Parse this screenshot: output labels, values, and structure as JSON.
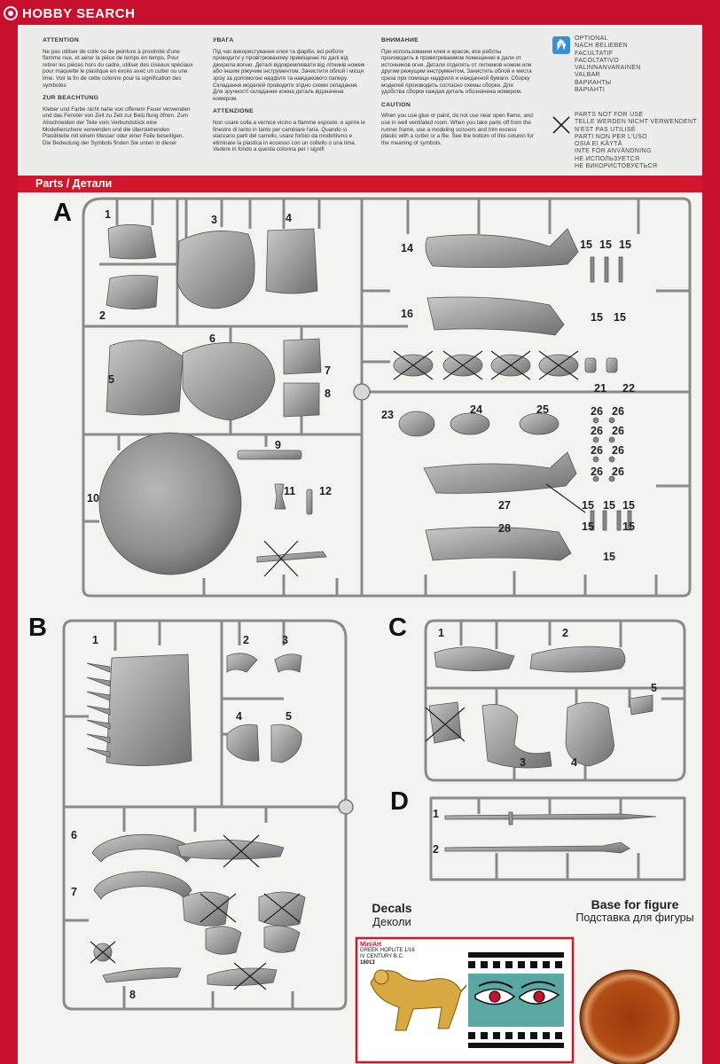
{
  "watermark": "HOBBY SEARCH",
  "instructions": {
    "fr": {
      "heading1": "ATTENTION",
      "text1": "Ne pas utiliser de colle ou de peinture à proximité d'une flamme nue, et aérer la pièce de temps en temps. Pour retirer les pièces hors du cadre, utiliser des ciseaux spéciaux pour maquette le plastique en excès avec un cutter ou une lime. Voir la fin de cette colonne pour la signification des symboles",
      "heading2": "ZUR BEACHTUNG",
      "text2": "Kleber und Farbe nicht nahe von offenem Feuer verwenden und das Fenster von Zeit zu Zeit zur Belü flung öfnen. Zum Abschneiden der Teile vom Verbundstück eine Modellierschere verwenden und die überstehenden Plastikteile mit einem Messer oder einer Feile beseitigen. Die Bedeutung der Symbols finden Sie unten in dieser"
    },
    "ua": {
      "heading1": "УВАГА",
      "text1": "Під час використування клея та фарби, всі роботи проводити у провітрюваному приміщенні по далі від джерела вогню. Деталі відокремлювати від літників ножем або іншим ріжучим інструментом. Зачистити облой і місця зрізу за допомогою надфіля та наждакового паперу. Складання моделей проводити згідно схеми складання. Для зручності складання кожна деталь відзначена номером.",
      "heading2": "ATTENZIONE",
      "text2": "Non usare colla a vernice vicino a flamme esposte. e aprire le finestre di tanto in tanto per cambiare l'aria. Quando si staccano parti del carrello, usare forbici da modellismo e eliminare la plastica in eccesso con un coltello o una lima. Vedere in fondo a questa colonna per i signifi"
    },
    "ru": {
      "heading1": "ВНИМАНИЕ",
      "text1": "При использовании клея и красок, все работы производить в проветриваемом помещении в дали от источников огня. Детали отделять от литников ножом или другим режущим инструментом. Зачистить облой и места среза при помощи надфиля и наждачной бумаги. Сборку моделей производить согласно схемы сборки. Для удобства сборки каждая деталь обозначена номером.",
      "heading2": "CAUTION",
      "text2": "When you use glue or paint, do not use near open flame, and use in well ventilated room. When you take parts off from the runner frame, use a modeling scissors and trim excess plastic with a cutter or a file. See the bottom of this column for the meaning of symbols."
    }
  },
  "symbols": {
    "optional": [
      "OPTIONAL",
      "NACH BELIEBEN",
      "FACULTATIF",
      "FACOLTATIVO",
      "VALINNANVARAINEN",
      "VALBAR",
      "ВАРИАНТЫ",
      "ВАРІАНТІ"
    ],
    "not_for_use": [
      "PARTS NOT FOR USE",
      "TELLE WERDEN NICHT VERWENDENT",
      "N'EST PAS UTILISÉ",
      "PARTI NON PER L'USO",
      "OSIA EI KÄYTÄ",
      "INTE FÖR ANVÄNDNING",
      "НЕ ИСПОЛЬЗУЕТСЯ",
      "НЕ ВИКОРИСТОВУЄТЬСЯ"
    ]
  },
  "parts_header": "Parts / Детали",
  "sections": {
    "a": "A",
    "b": "B",
    "c": "C",
    "d": "D"
  },
  "decals": {
    "title_en": "Decals",
    "title_ru": "Деколи",
    "sheet_brand": "MiniArt",
    "sheet_line1": "GREEK HOPLITE 1/16",
    "sheet_line2": "IV CENTURY B.C.",
    "sheet_code": "16013"
  },
  "base": {
    "title_en": "Base for figure",
    "title_ru": "Подставка для фигуры"
  },
  "colors": {
    "frame": "#c8102e",
    "accent": "#d0182c",
    "plastic": "#9a9a9a",
    "base_wood": "#b14a14"
  }
}
